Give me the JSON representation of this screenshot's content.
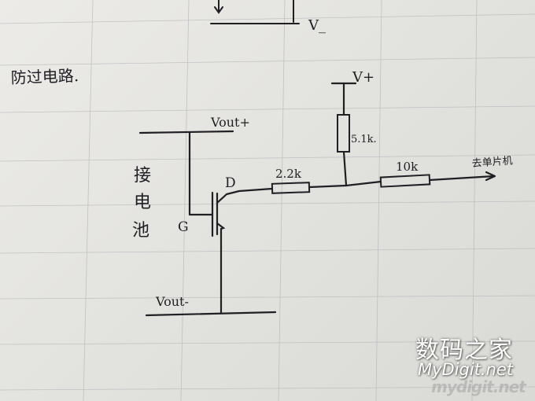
{
  "colors": {
    "paper": "#e6e6e2",
    "grid": "#b3b6bc",
    "ink": "#1f1f24",
    "watermark": "#ffffff"
  },
  "diagram": {
    "title": "防过电路.",
    "labels": {
      "v_minus_top": "V_",
      "v_plus": "V+",
      "vout_plus": "Vout+",
      "vout_minus": "Vout-",
      "battery_side": [
        "接",
        "电",
        "池"
      ],
      "gate": "G",
      "drain": "D",
      "r_pullup": "5.1k.",
      "r_series": "2.2k",
      "r_output": "10k",
      "output_to": "去单片机"
    }
  },
  "watermark": {
    "cn": "数码之家",
    "en": "MyDigit.net",
    "logo": "mydigit.net"
  }
}
